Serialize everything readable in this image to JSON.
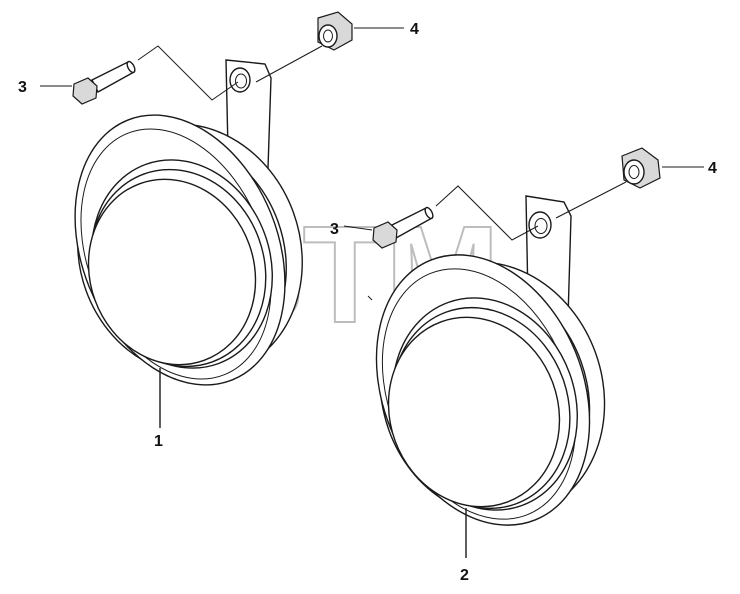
{
  "watermark": {
    "text": "BTM",
    "mark": "®"
  },
  "callouts": [
    {
      "id": "horn-1",
      "label": "1"
    },
    {
      "id": "horn-2",
      "label": "2"
    },
    {
      "id": "bolt-a",
      "label": "3"
    },
    {
      "id": "bolt-b",
      "label": "3"
    },
    {
      "id": "nut-a",
      "label": "4"
    },
    {
      "id": "nut-b",
      "label": "4"
    }
  ]
}
